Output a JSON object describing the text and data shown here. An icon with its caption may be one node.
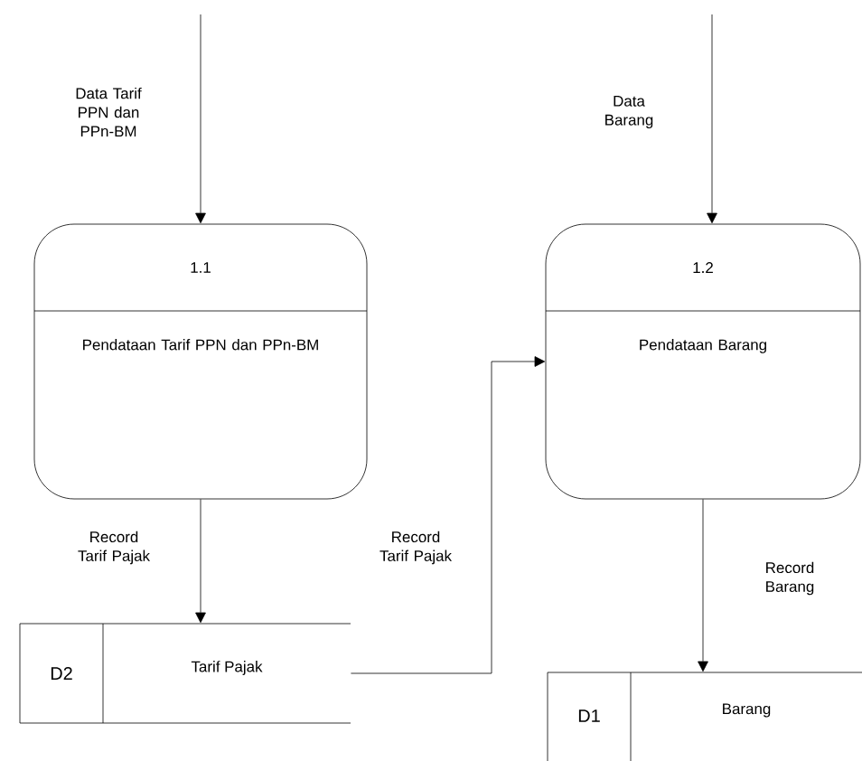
{
  "diagram": {
    "nodes": [
      {
        "text": [
          "1.1",
          "Pendataan Tarif PPN dan PPn-BM"
        ]
      },
      {
        "text": [
          "1.2",
          "Pendataan Barang"
        ]
      },
      {
        "text": [
          "D2",
          "Tarif Pajak"
        ]
      },
      {
        "text": [
          "D1",
          "Barang"
        ]
      }
    ],
    "edges": [
      {
        "from": null,
        "to": 0,
        "arrow": "to",
        "label": "Data Tarif PPN dan PPn-BM"
      },
      {
        "from": null,
        "to": 1,
        "arrow": "to",
        "label": "Data Barang"
      },
      {
        "from": 0,
        "to": 2,
        "arrow": "to",
        "label": "Record Tarif Pajak"
      },
      {
        "from": 2,
        "to": 1,
        "arrow": "to",
        "label": "Record Tarif Pajak"
      },
      {
        "from": 1,
        "to": 3,
        "arrow": "to",
        "label": "Record Barang"
      }
    ]
  }
}
